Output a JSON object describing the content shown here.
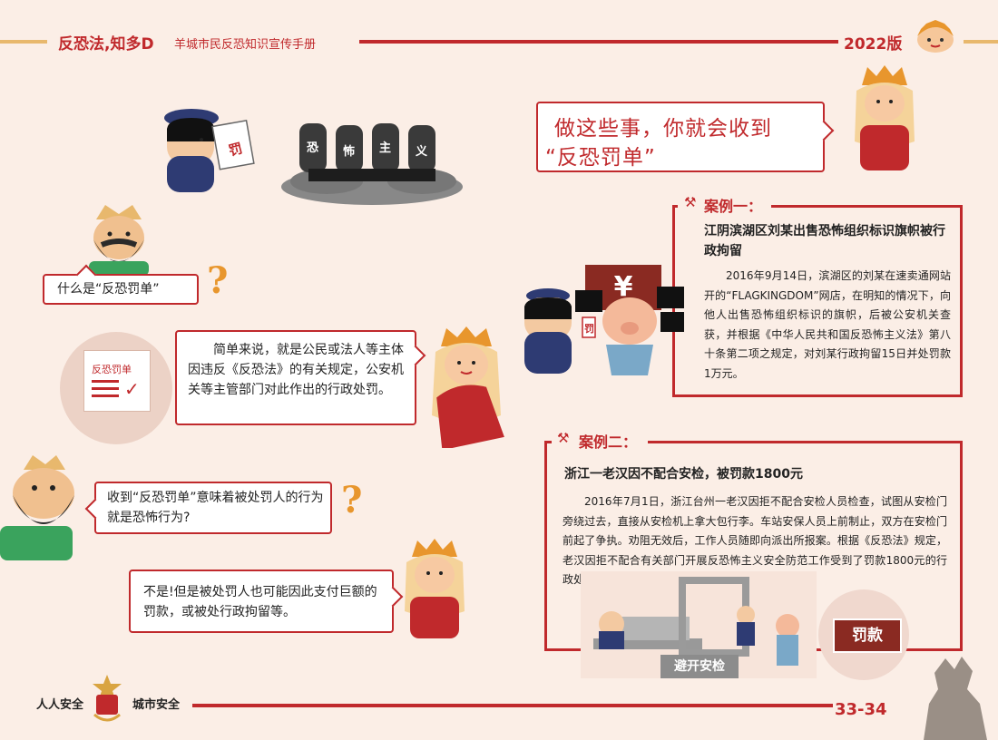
{
  "header": {
    "title": "反恐法,知多D",
    "subtitle": "羊城市民反恐知识宣传手册",
    "edition": "2022版"
  },
  "illustration": {
    "terror_chars": [
      "恐",
      "怖",
      "主",
      "义"
    ],
    "penalty_doc": "罚",
    "card_label": "反恐罚单",
    "yuan_sign": "¥",
    "pig_sign": "罚",
    "fine_sign": "罚款",
    "security_label": "避开安检"
  },
  "dialogue": {
    "q1": "什么是“反恐罚单”",
    "a1": "简单来说，就是公民或法人等主体因违反《反恐法》的有关规定，公安机关等主管部门对此作出的行政处罚。",
    "q2": "收到“反恐罚单”意味着被处罚人的行为就是恐怖行为?",
    "a2": "不是!但是被处罚人也可能因此支付巨额的罚款，或被处行政拘留等。",
    "qmark": "?"
  },
  "headline": {
    "line1": "做这些事，你就会收到",
    "line2": "“反恐罚单”"
  },
  "case1": {
    "label": "案例一：",
    "title": "江阴滨湖区刘某出售恐怖组织标识旗帜被行政拘留",
    "body": "2016年9月14日，滨湖区的刘某在速卖通网站开的“FLAGKINGDOM”网店，在明知的情况下，向他人出售恐怖组织标识的旗帜，后被公安机关查获，并根据《中华人民共和国反恐怖主义法》第八十条第二项之规定，对刘某行政拘留15日并处罚款1万元。"
  },
  "case2": {
    "label": "案例二：",
    "title": "浙江一老汉因不配合安检，被罚款1800元",
    "body": "2016年7月1日，浙江台州一老汉因拒不配合安检人员检查，试图从安检门旁绕过去，直接从安检机上拿大包行李。车站安保人员上前制止，双方在安检门前起了争执。劝阻无效后，工作人员随即向派出所报案。根据《反恐法》规定，老汉因拒不配合有关部门开展反恐怖主义安全防范工作受到了罚款1800元的行政处罚。"
  },
  "footer": {
    "left": "人人安全",
    "right": "城市安全",
    "pages": "33-34"
  },
  "colors": {
    "accent": "#c0292c",
    "gold": "#e8b86d",
    "question": "#e8962d",
    "background": "#fbeee6"
  }
}
